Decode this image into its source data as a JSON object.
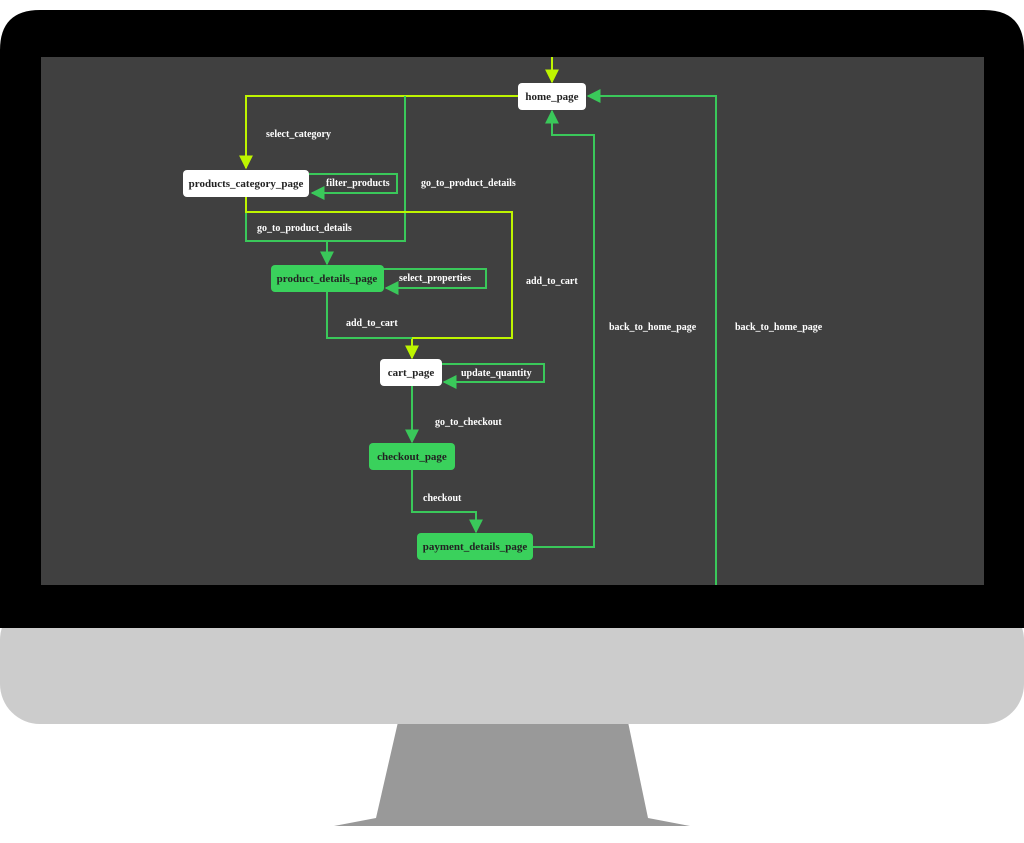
{
  "colors": {
    "monitor_bezel": "#000000",
    "monitor_chin": "#cccccc",
    "stand": "#999999",
    "screen_bg": "#404040",
    "node_white": "#ffffff",
    "node_green": "#3ad15c",
    "edge_lime": "#bef500",
    "edge_green": "#3ac85a",
    "text_dark": "#222222",
    "text_light": "#ffffff"
  },
  "diagram": {
    "nodes": [
      {
        "id": "home_page",
        "label": "home_page",
        "style": "white"
      },
      {
        "id": "products_category_page",
        "label": "products_category_page",
        "style": "white"
      },
      {
        "id": "product_details_page",
        "label": "product_details_page",
        "style": "green"
      },
      {
        "id": "cart_page",
        "label": "cart_page",
        "style": "white"
      },
      {
        "id": "checkout_page",
        "label": "checkout_page",
        "style": "green"
      },
      {
        "id": "payment_details_page",
        "label": "payment_details_page",
        "style": "green"
      }
    ],
    "edges": [
      {
        "id": "e1",
        "from": "home_page",
        "to": "products_category_page",
        "label": "select_category",
        "color": "lime"
      },
      {
        "id": "e2",
        "from": "products_category_page",
        "to": "products_category_page",
        "label": "filter_products",
        "color": "green"
      },
      {
        "id": "e3",
        "from": "home_page",
        "to": "product_details_page",
        "label": "go_to_product_details",
        "color": "green"
      },
      {
        "id": "e4",
        "from": "products_category_page",
        "to": "product_details_page",
        "label": "go_to_product_details",
        "color": "green"
      },
      {
        "id": "e5",
        "from": "products_category_page",
        "to": "cart_page",
        "label": "add_to_cart",
        "color": "lime"
      },
      {
        "id": "e6",
        "from": "product_details_page",
        "to": "product_details_page",
        "label": "select_properties",
        "color": "green"
      },
      {
        "id": "e7",
        "from": "product_details_page",
        "to": "cart_page",
        "label": "add_to_cart",
        "color": "green"
      },
      {
        "id": "e8",
        "from": "cart_page",
        "to": "cart_page",
        "label": "update_quantity",
        "color": "green"
      },
      {
        "id": "e9",
        "from": "cart_page",
        "to": "checkout_page",
        "label": "go_to_checkout",
        "color": "green"
      },
      {
        "id": "e10",
        "from": "checkout_page",
        "to": "payment_details_page",
        "label": "checkout",
        "color": "green"
      },
      {
        "id": "e11",
        "from": "payment_details_page",
        "to": "home_page",
        "label": "back_to_home_page",
        "color": "green"
      },
      {
        "id": "e12",
        "from": "offscreen",
        "to": "home_page",
        "label": "back_to_home_page",
        "color": "green"
      }
    ]
  }
}
